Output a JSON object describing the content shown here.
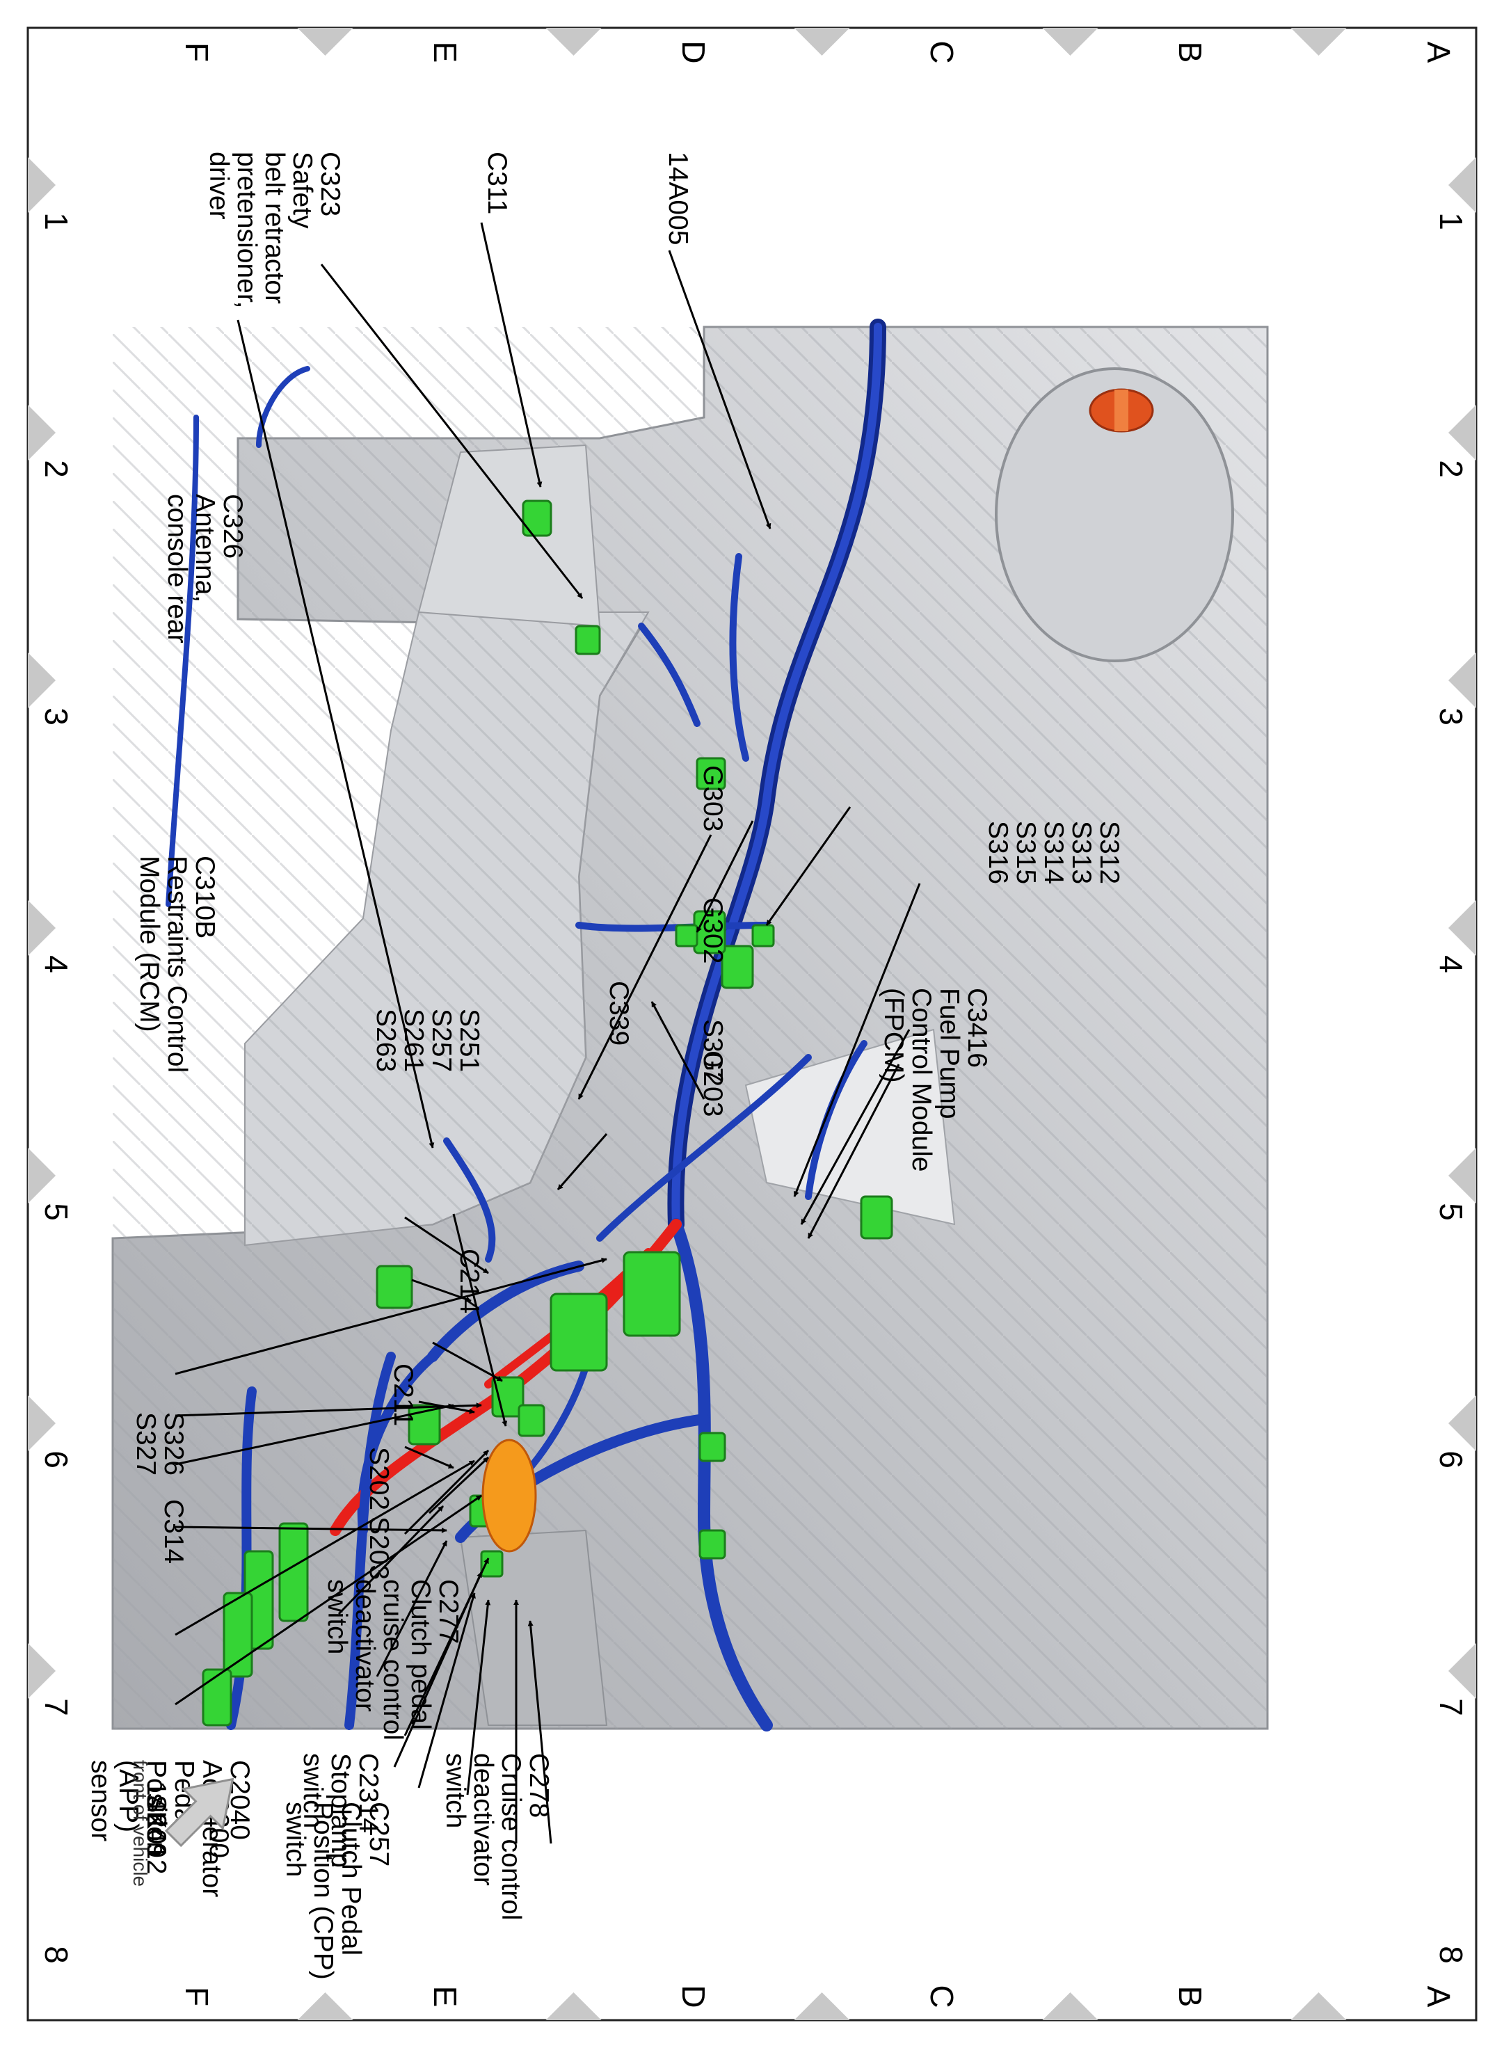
{
  "grid": {
    "columns": [
      "1",
      "2",
      "3",
      "4",
      "5",
      "6",
      "7",
      "8"
    ],
    "rows": [
      "A",
      "B",
      "C",
      "D",
      "E",
      "F"
    ]
  },
  "orientation_label": "front of vehicle",
  "labels": {
    "c311": "C311",
    "c323": [
      "C323",
      "Safety",
      "belt retractor",
      "pretensioner,",
      "driver"
    ],
    "l14a005": "14A005",
    "c326": [
      "C326",
      "Antenna,",
      "console rear"
    ],
    "c310b": [
      "C310B",
      "Restraints Control",
      "Module (RCM)"
    ],
    "g303": "G303",
    "g302": "G302",
    "s307": "S307",
    "c3416": [
      "C3416",
      "Fuel Pump",
      "Control Module",
      "(FPCM)"
    ],
    "s312": [
      "S312",
      "S313",
      "S314",
      "S315",
      "S316"
    ],
    "g203": "G203",
    "c339": "C339",
    "s251": [
      "S251",
      "S257",
      "S261",
      "S263"
    ],
    "c214": "C214",
    "c211": "C211",
    "s202": "S202",
    "s203": "S203",
    "c277": [
      "C277",
      "Clutch pedal",
      "cruise control",
      "deactivator",
      "switch"
    ],
    "l14k012": "14K012",
    "c257": [
      "C257",
      "Clutch Pedal",
      "Position (CPP)",
      "switch"
    ],
    "s249": "S249",
    "s200": "S200",
    "c2040": [
      "C2040",
      "Accelerator",
      "Pedal",
      "Position",
      "(APP)",
      "sensor"
    ],
    "c2314": [
      "C2314",
      "Stoplamp",
      "switch"
    ],
    "c278": [
      "C278",
      "Cruise control",
      "deactivator",
      "switch"
    ],
    "s326": [
      "S326",
      "S327"
    ],
    "c314": "C314"
  },
  "colors": {
    "harness_blue": "#1e3fb8",
    "harness_red": "#e8201a",
    "connector_green": "#35d435",
    "body_gray": "#c9cbcf",
    "grommet_orange": "#e0521e"
  }
}
